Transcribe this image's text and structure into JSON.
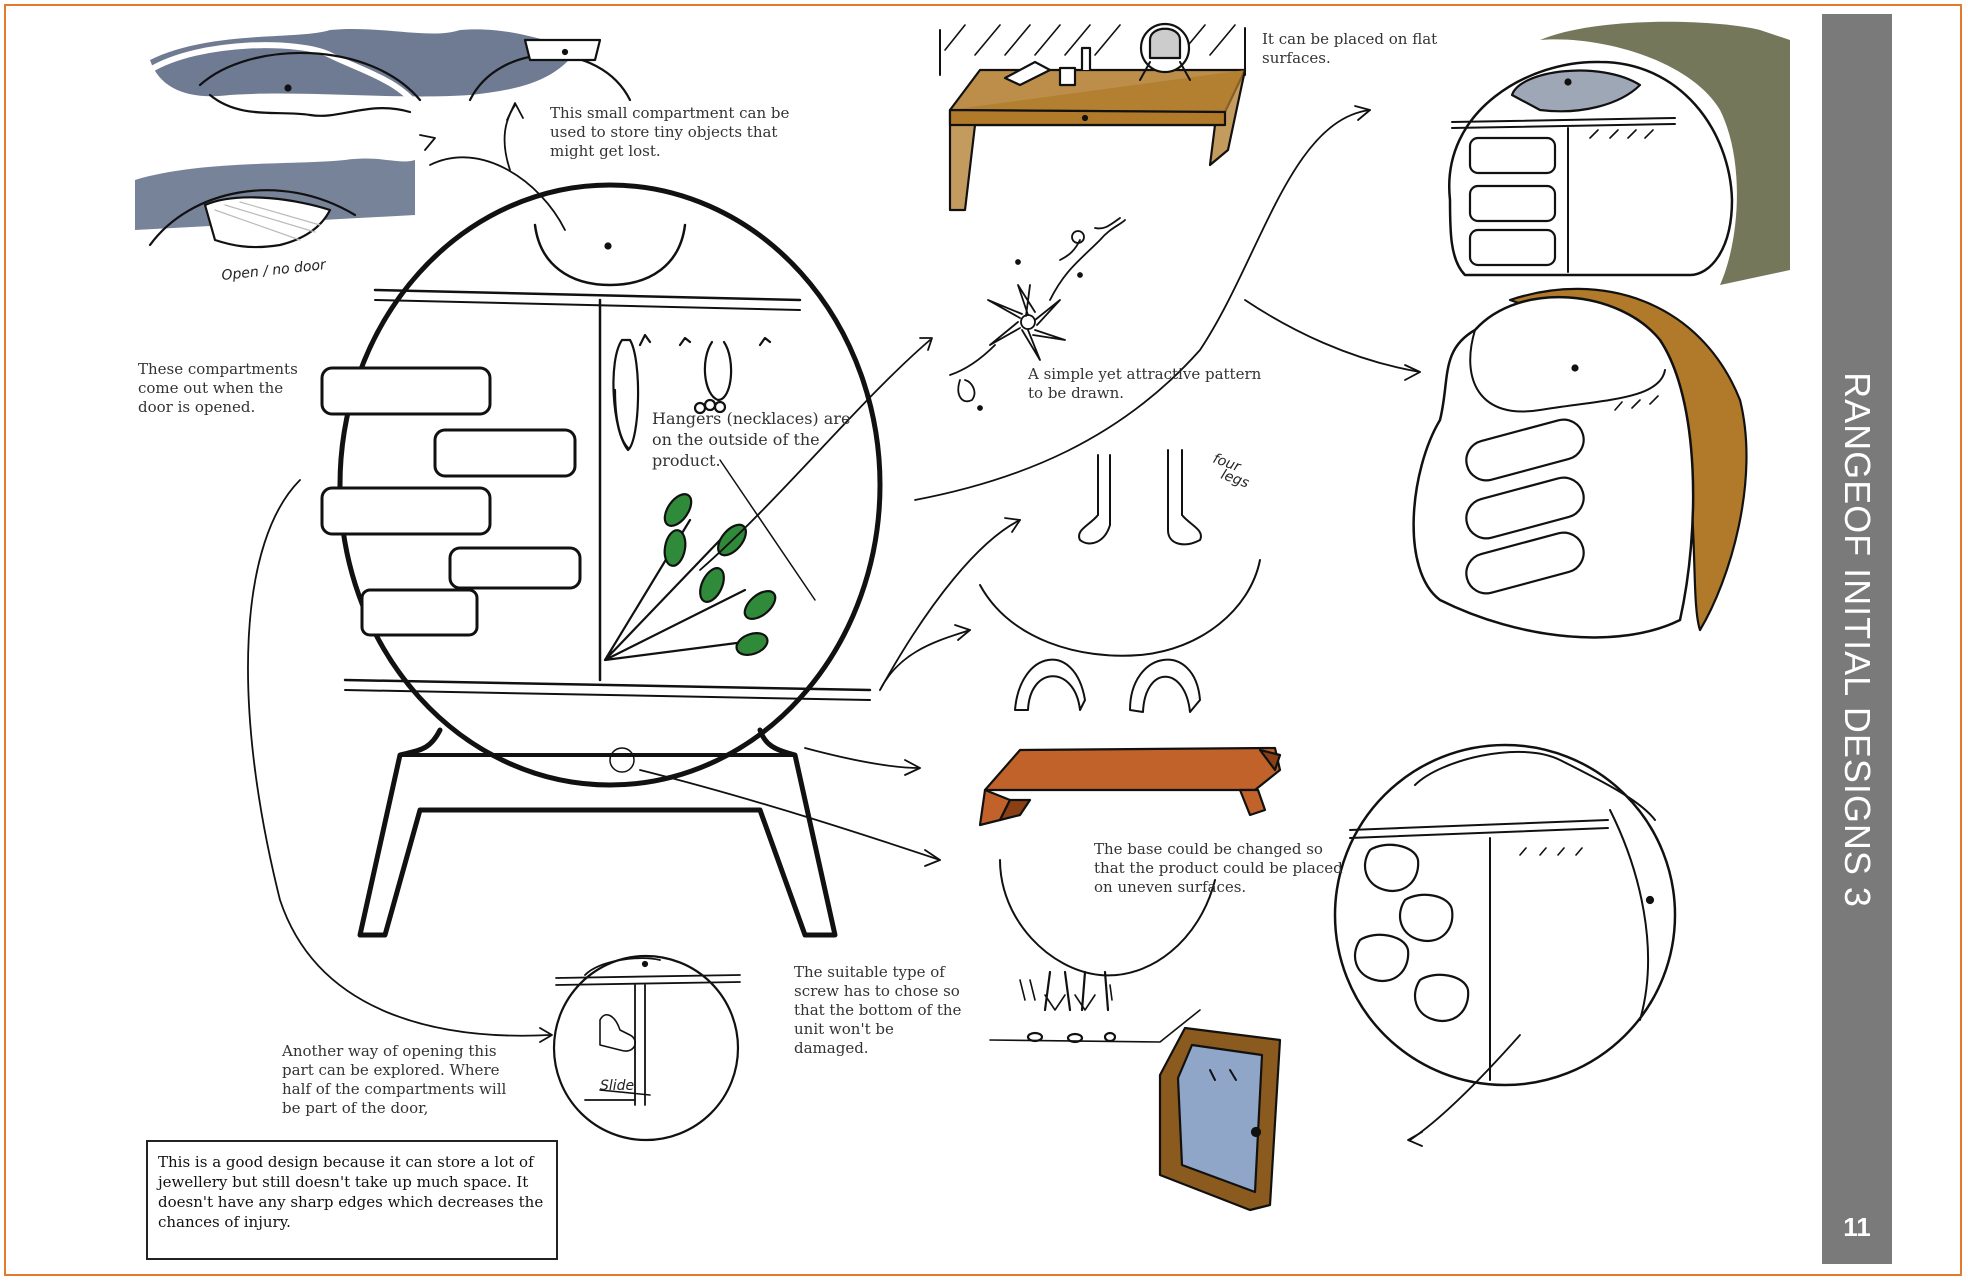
{
  "page": {
    "side_title": "RANGEOF INITIAL DESIGNS 3",
    "page_number": "11"
  },
  "sketch_labels": {
    "open_no_door": "Open / no door",
    "four_legs_line1": "four",
    "four_legs_line2": "legs",
    "slide": "Slide"
  },
  "notes": {
    "small_compartment": [
      "This small compartment can be",
      "used to store tiny objects that",
      "might get lost."
    ],
    "compartments_come_out": [
      "These compartments",
      "come out when the",
      "door is opened."
    ],
    "hangers": [
      "Hangers (necklaces) are",
      "on the outside of the",
      "product."
    ],
    "flat_surfaces": [
      "It can be placed on flat",
      "surfaces."
    ],
    "pattern": [
      "A simple yet attractive pattern",
      "to be drawn."
    ],
    "base_changed": [
      "The base could be changed so",
      "that the product could be placed",
      "on uneven surfaces."
    ],
    "screw": [
      "The suitable type of",
      "screw has to chose so",
      "that the bottom of the",
      "unit won't be",
      "damaged."
    ],
    "another_way": [
      "Another way of opening this",
      "part can be explored. Where",
      "half of the compartments will",
      "be part of the door,"
    ]
  },
  "summary": [
    "This is a good design because it can store a lot of",
    "jewellery but still doesn't take up much space. It",
    "doesn't have any sharp edges which decreases the",
    "chances of injury."
  ],
  "colors": {
    "frame_border": "#e47a2e",
    "banner": "#7a7a7a",
    "shading_blue": "#3d4f6e",
    "wood_tan": "#b07a2a",
    "wood_orange": "#c0622a",
    "leaf_green": "#2f8a3a",
    "olive_shading": "#5d5f3e",
    "door_blue": "#8fa6c8"
  }
}
